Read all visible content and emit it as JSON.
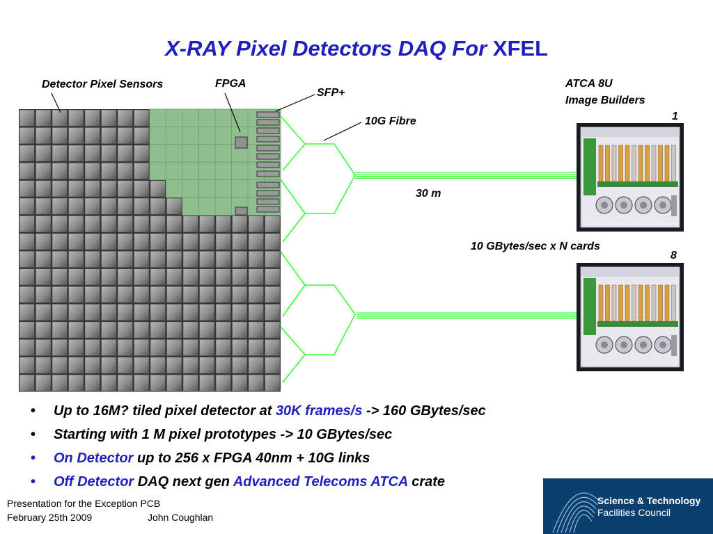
{
  "slide": {
    "title_italic": "X-RAY Pixel Detectors DAQ For ",
    "title_plain": "XFEL"
  },
  "diagram": {
    "labels": {
      "detector_sensors": "Detector Pixel Sensors",
      "fpga": "FPGA",
      "sfp": "SFP+",
      "fibre": "10G Fibre",
      "distance": "30 m",
      "atca": "ATCA 8U",
      "image_builders": "Image Builders",
      "crate_top_number": "1",
      "throughput": "10 GBytes/sec x N cards",
      "crate_bottom_number": "8"
    },
    "colors": {
      "tile": "#8c8c8c",
      "fpga_region": "#8fbf8f",
      "fibre": "#33ff33",
      "crate_panel": "#e8e8ee",
      "crate_green_card": "#3a9a3a",
      "crate_gold_card": "#d9a040"
    }
  },
  "bullets": [
    {
      "parts": [
        {
          "text": "Up to 16M? tiled pixel detector at ",
          "accent": false
        },
        {
          "text": "30K frames/s",
          "accent": true
        },
        {
          "text": " -> 160 GBytes/sec",
          "accent": false
        }
      ]
    },
    {
      "parts": [
        {
          "text": "Starting with 1 M pixel prototypes -> 10 GBytes/sec",
          "accent": false
        }
      ]
    },
    {
      "parts": [
        {
          "text": "On Detector",
          "accent": true
        },
        {
          "text": " up to 256 x FPGA 40nm + 10G links",
          "accent": false
        }
      ]
    },
    {
      "parts": [
        {
          "text": "Off Detector",
          "accent": true
        },
        {
          "text": " DAQ next gen ",
          "accent": false
        },
        {
          "text": "Advanced Telecoms ATCA",
          "accent": true
        },
        {
          "text": " crate",
          "accent": false
        }
      ]
    }
  ],
  "footer": {
    "line1": "Presentation for the Exception PCB",
    "date": "February 25th 2009",
    "author": "John Coughlan"
  },
  "logo": {
    "line1": "Science & Technology",
    "line2": "Facilities Council"
  }
}
